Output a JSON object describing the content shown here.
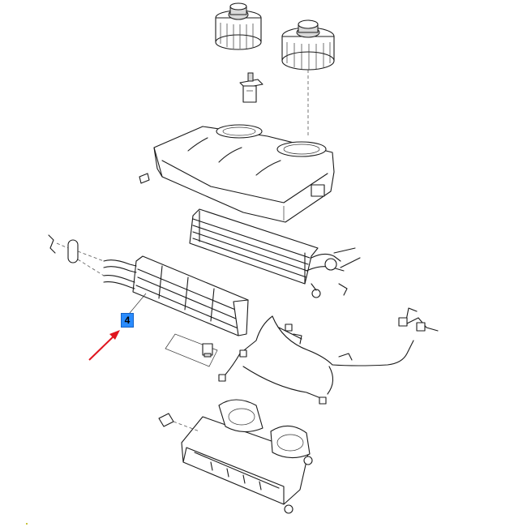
{
  "callout": {
    "label": "4",
    "box_color": "#2a8cff",
    "arrow_color": "#e0141e"
  },
  "parts": [
    {
      "name": "blower-motor-left"
    },
    {
      "name": "blower-motor-right"
    },
    {
      "name": "blower-resistor"
    },
    {
      "name": "heater-housing-upper"
    },
    {
      "name": "evaporator-core"
    },
    {
      "name": "heater-core"
    },
    {
      "name": "wiring-harness"
    },
    {
      "name": "heater-housing-lower"
    }
  ]
}
